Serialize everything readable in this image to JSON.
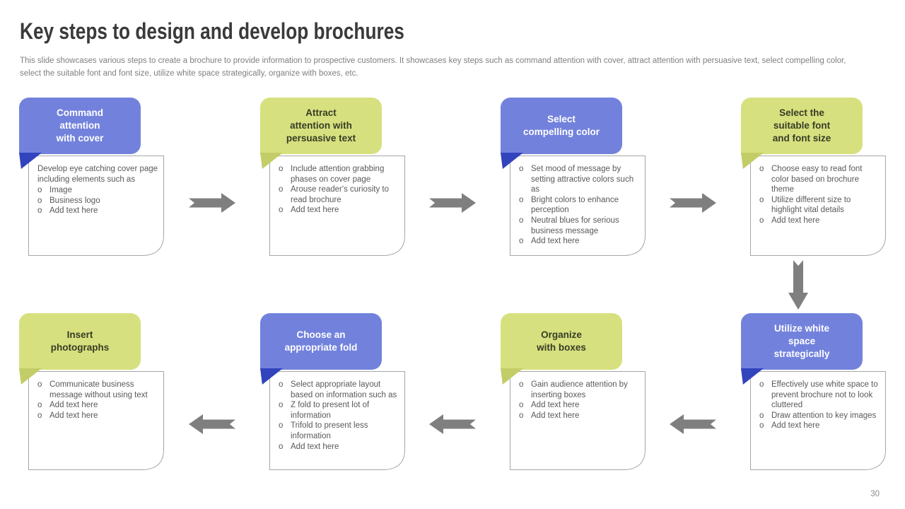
{
  "slide": {
    "title": "Key steps to design and develop brochures",
    "subtitle": "This slide showcases various steps to create a brochure to provide information to prospective customers. It showcases key steps such as command attention with cover, attract attention with persuasive text,  select compelling color,\nselect the suitable font and font size, utilize white space strategically, organize with boxes, etc.",
    "page_number": "30"
  },
  "bullet_marker": "o",
  "colors": {
    "header_blue": "#7282DC",
    "header_blue_tail": "#3143BD",
    "header_green": "#D7E07E",
    "header_green_tail": "#C3CD67",
    "note_border": "#A6A6A6",
    "body_text": "#595959",
    "arrow_gray": "#7F7F7F"
  },
  "icons": {
    "flow_arrow_right": "right-arrow",
    "flow_arrow_left": "left-arrow",
    "flow_arrow_down": "down-arrow"
  },
  "steps": [
    {
      "variant": "blue",
      "title": "Command\nattention\nwith cover",
      "intro": "Develop eye catching cover page including elements such as",
      "bullets": [
        "Image",
        "Business logo",
        "Add text here"
      ]
    },
    {
      "variant": "green",
      "title": "Attract\nattention with\npersuasive text",
      "bullets": [
        "Include attention grabbing phases on cover page",
        "Arouse reader's curiosity to read brochure",
        "Add text here"
      ]
    },
    {
      "variant": "blue",
      "title": "Select\ncompelling color",
      "bullets": [
        "Set mood of message by setting attractive colors such as",
        "Bright colors to enhance perception",
        "Neutral blues for serious business message",
        "Add text here"
      ]
    },
    {
      "variant": "green",
      "title": "Select the\nsuitable font\nand font size",
      "bullets": [
        "Choose easy to read font color based on brochure theme",
        "Utilize different size to highlight vital details",
        "Add text here"
      ]
    },
    {
      "variant": "green",
      "title": "Insert\nphotographs",
      "bullets": [
        "Communicate business message without using text",
        "Add text here",
        "Add text here"
      ]
    },
    {
      "variant": "blue",
      "title": "Choose an\nappropriate fold",
      "bullets": [
        "Select appropriate layout based on information such as",
        "Z fold to  present lot of information",
        "Trifold to present less information",
        "Add text here"
      ]
    },
    {
      "variant": "green",
      "title": "Organize\nwith boxes",
      "bullets": [
        "Gain audience attention by inserting boxes",
        "Add text here",
        "Add text here"
      ]
    },
    {
      "variant": "blue",
      "title": "Utilize white\nspace\nstrategically",
      "bullets": [
        "Effectively  use white space to prevent  brochure not to look cluttered",
        "Draw attention to key images",
        "Add text here"
      ]
    }
  ]
}
